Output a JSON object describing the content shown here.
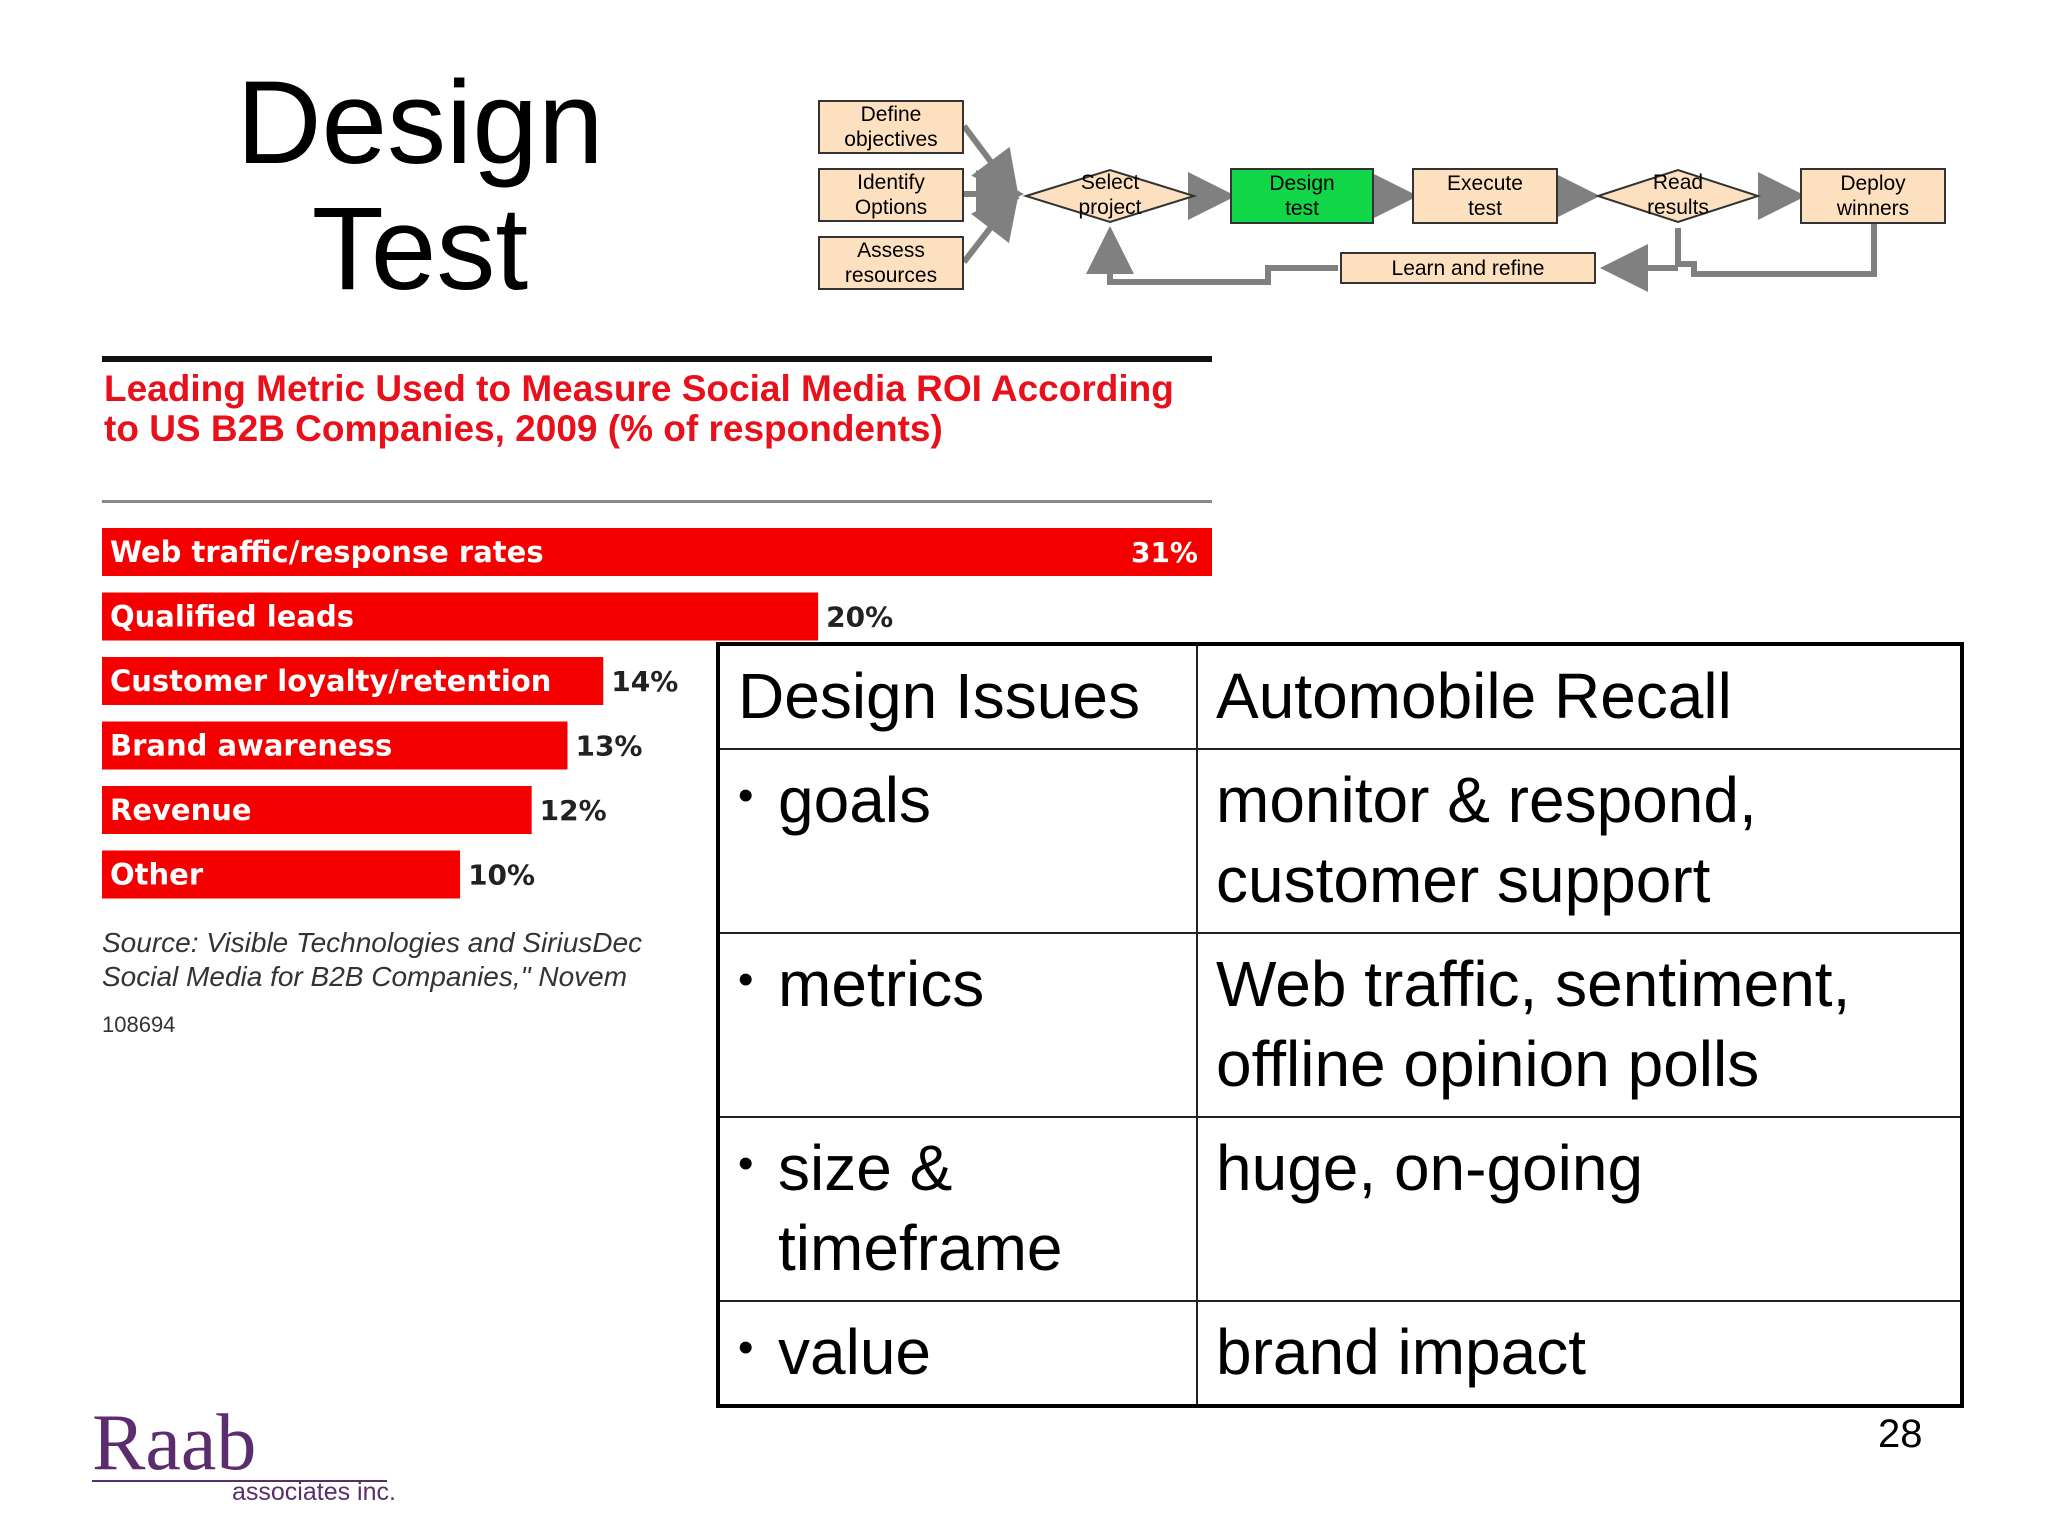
{
  "slide": {
    "title_line1": "Design",
    "title_line2": "Test",
    "page_number": "28"
  },
  "flow": {
    "inputs": [
      "Define\nobjectives",
      "Identify\nOptions",
      "Assess\nresources"
    ],
    "steps": [
      "Select\nproject",
      "Design\ntest",
      "Execute\ntest",
      "Read\nresults",
      "Deploy\nwinners"
    ],
    "feedback_label": "Learn and refine",
    "highlight_color": "#11d648",
    "box_color": "#fde0bf",
    "arrow_color": "#808080"
  },
  "chart_data": {
    "type": "bar",
    "orientation": "horizontal",
    "title": "Leading Metric Used to Measure Social Media ROI According to US B2B Companies, 2009 (% of respondents)",
    "categories": [
      "Web traffic/response rates",
      "Qualified leads",
      "Customer loyalty/retention",
      "Brand awareness",
      "Revenue",
      "Other"
    ],
    "values": [
      31,
      20,
      14,
      13,
      12,
      10
    ],
    "value_labels": [
      "31%",
      "20%",
      "14%",
      "13%",
      "12%",
      "10%"
    ],
    "xlim": [
      0,
      31
    ],
    "bar_color": "#f40000",
    "source": "Source: Visible Technologies and SiriusDec",
    "source_line2": "Social Media for B2B Companies,\" Novem",
    "chart_id": "108694"
  },
  "table": {
    "header": [
      "Design Issues",
      "Automobile Recall"
    ],
    "rows": [
      {
        "issue": "goals",
        "recall": "monitor & respond,\ncustomer support"
      },
      {
        "issue": "metrics",
        "recall": "Web traffic, sentiment,\noffline opinion polls"
      },
      {
        "issue": "size &\ntimeframe",
        "recall": "huge, on-going"
      },
      {
        "issue": "value",
        "recall": "brand impact"
      }
    ]
  },
  "logo": {
    "name": "Raab",
    "tagline": "associates inc.",
    "color": "#5b2d6e"
  }
}
